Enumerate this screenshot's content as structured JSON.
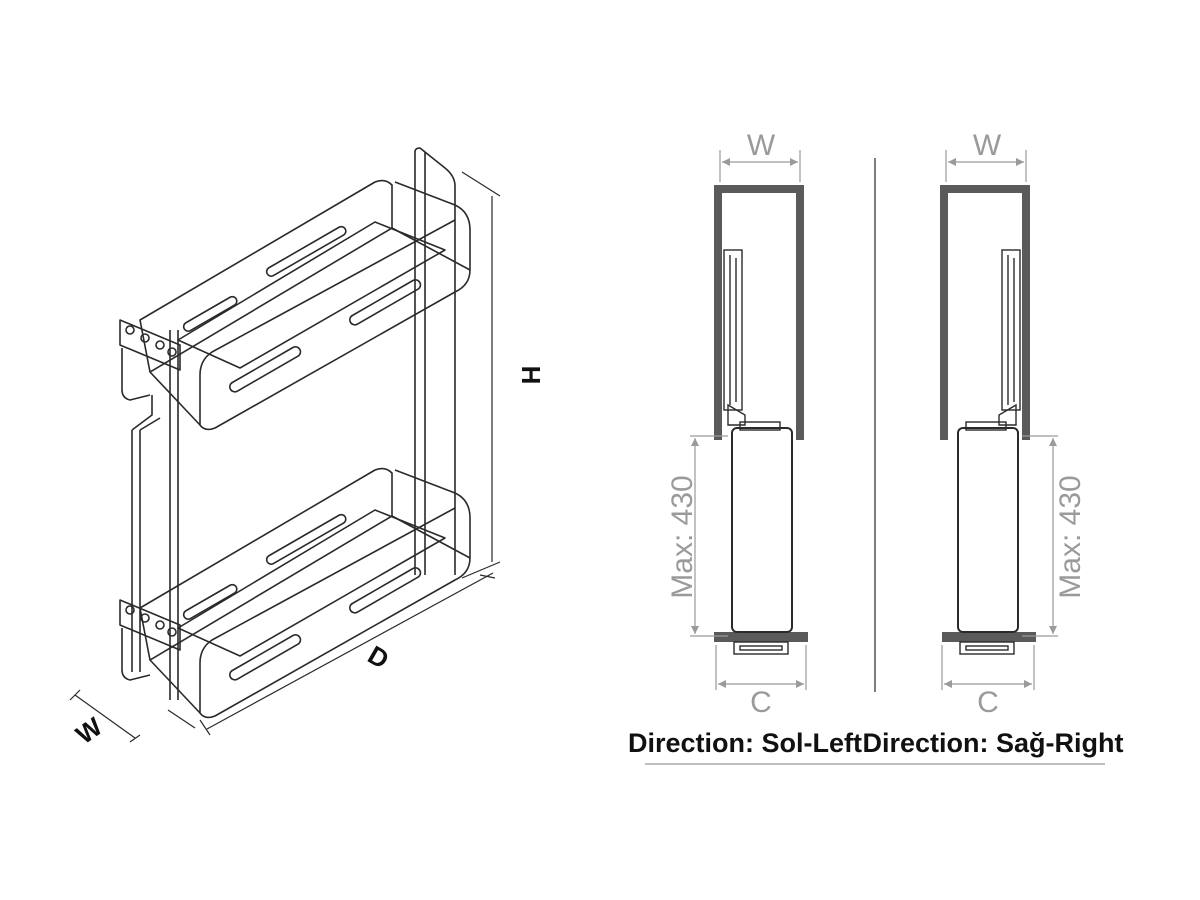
{
  "iso_view": {
    "label_h": "H",
    "label_d": "D",
    "label_w": "W"
  },
  "left_view": {
    "label_w": "W",
    "label_max": "Max: 430",
    "label_c": "C",
    "caption": "Direction: Sol-Left"
  },
  "right_view": {
    "label_w": "W",
    "label_max": "Max: 430",
    "label_c": "C",
    "caption": "Direction: Sağ-Right"
  },
  "colors": {
    "line": "#2a2a2a",
    "dim": "#9a9a9a",
    "cabinet": "#5a5a5a"
  }
}
